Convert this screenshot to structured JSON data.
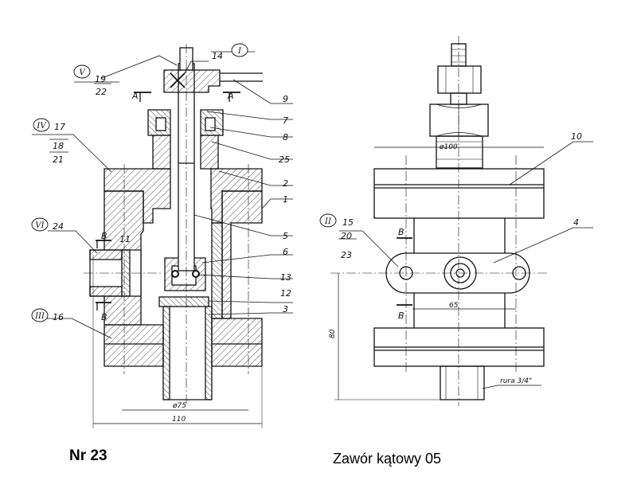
{
  "document": {
    "number": "Nr 23",
    "title": "Zawór kątowy 05"
  },
  "section_markers": {
    "a_left": "A",
    "a_right": "A",
    "b_upper": "B",
    "b_lower": "B",
    "b_right_upper": "B",
    "b_right_lower": "B"
  },
  "part_labels": {
    "p1": "1",
    "p2": "2",
    "p3": "3",
    "p4": "4",
    "p5": "5",
    "p6": "6",
    "p7": "7",
    "p8": "8",
    "p9": "9",
    "p10": "10",
    "p11": "11",
    "p12": "12",
    "p13": "13",
    "p14": "14",
    "p15": "15",
    "p16": "16",
    "p17": "17",
    "p18": "18",
    "p19": "19",
    "p20": "20",
    "p21": "21",
    "p22": "22",
    "p23": "23",
    "p24": "24",
    "p25": "25"
  },
  "detail_marks": {
    "i": "I",
    "ii": "II",
    "iii": "III",
    "iv": "IV",
    "v": "V",
    "vi": "VI"
  },
  "dimensions": {
    "bore_dia": "ø75",
    "overall_width": "110",
    "top_dia": "ø100",
    "hole_spacing": "65",
    "height": "80",
    "pipe_note": "rura 3/4\""
  }
}
